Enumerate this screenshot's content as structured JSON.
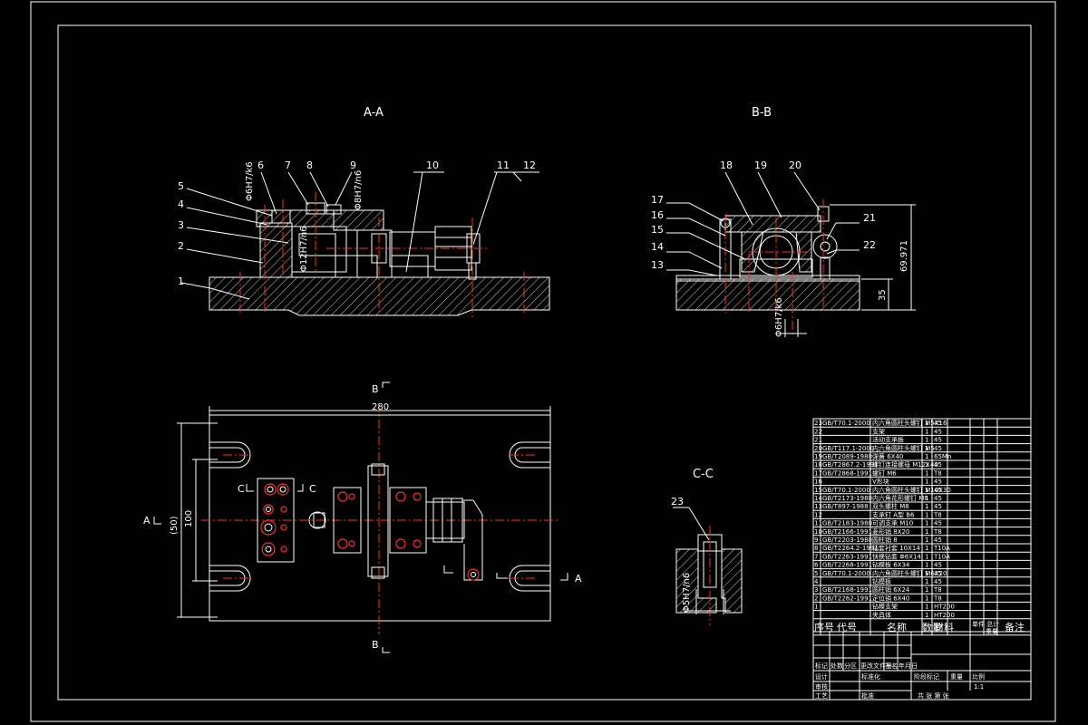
{
  "views": {
    "aa_title": "A-A",
    "bb_title": "B-B",
    "cc_title": "C-C"
  },
  "callouts_aa": [
    "1",
    "2",
    "3",
    "4",
    "5",
    "6",
    "7",
    "8",
    "9",
    "10",
    "11",
    "12"
  ],
  "callouts_bb": [
    "13",
    "14",
    "15",
    "16",
    "17",
    "18",
    "19",
    "20",
    "21",
    "22"
  ],
  "callout_cc": "23",
  "dimensions": {
    "aa_fit_1": "Φ6H7/k6",
    "aa_fit_2": "Φ8H7/n6",
    "aa_fit_3": "Φ12H7/n6",
    "bb_height": "69.971",
    "bb_base": "35",
    "bb_fit": "Φ6H7/k6",
    "plan_length": "280",
    "plan_width_outer": "(50)",
    "plan_width_inner": "100",
    "cc_fit": "Φ5H7/n6"
  },
  "section_marks": {
    "a_left": "A",
    "a_right": "A",
    "b_top": "B",
    "b_bottom": "B",
    "c_left": "C",
    "c_right": "C"
  },
  "bom_header": {
    "seq": "序号",
    "code": "代号",
    "name": "名称",
    "qty": "数量",
    "material": "材料",
    "unit_total": "单件 总计",
    "weight": "重量",
    "remarks": "备注"
  },
  "bom_rows": [
    {
      "seq": "23",
      "code": "GB/T70.1-2000",
      "name": "内六角圆柱头螺钉 M5X16",
      "qty": "1",
      "mat": "45"
    },
    {
      "seq": "22",
      "code": "",
      "name": "支架",
      "qty": "1",
      "mat": "45"
    },
    {
      "seq": "21",
      "code": "",
      "name": "活动支承板",
      "qty": "1",
      "mat": "45"
    },
    {
      "seq": "20",
      "code": "GB/T117.1-2000",
      "name": "内六角圆柱头螺钉 M5",
      "qty": "1",
      "mat": "45"
    },
    {
      "seq": "19",
      "code": "GB/T2089-1980",
      "name": "弹簧 6X40",
      "qty": "1",
      "mat": "65Mn"
    },
    {
      "seq": "18",
      "code": "GB/T2867.2-1991",
      "name": "螺钉连接螺母 M12X40",
      "qty": "1",
      "mat": "45"
    },
    {
      "seq": "17",
      "code": "GB/T2868-1991",
      "name": "螺钉 M6",
      "qty": "1",
      "mat": "T8"
    },
    {
      "seq": "16",
      "code": "",
      "name": "V形块",
      "qty": "1",
      "mat": "45"
    },
    {
      "seq": "15",
      "code": "GB/T70.1-2000",
      "name": "内六角圆柱头螺钉 M10X30",
      "qty": "1",
      "mat": "45"
    },
    {
      "seq": "14",
      "code": "GB/T2173-1980",
      "name": "内六角花形螺钉 M8",
      "qty": "1",
      "mat": "45"
    },
    {
      "seq": "13",
      "code": "GB/T897-1988",
      "name": "双头螺柱 M8",
      "qty": "1",
      "mat": "45"
    },
    {
      "seq": "12",
      "code": "",
      "name": "支承钉 A型 B6",
      "qty": "1",
      "mat": "T8"
    },
    {
      "seq": "11",
      "code": "GB/T2183-1980",
      "name": "可调支承 M10",
      "qty": "1",
      "mat": "45"
    },
    {
      "seq": "10",
      "code": "GB/T2166-1991",
      "name": "菱形销 8X20",
      "qty": "1",
      "mat": "T8"
    },
    {
      "seq": "9",
      "code": "GB/T2203-1980",
      "name": "圆柱销 8",
      "qty": "1",
      "mat": "45"
    },
    {
      "seq": "8",
      "code": "GB/T2264.2-1991",
      "name": "钻套衬套 10X14",
      "qty": "1",
      "mat": "T10A"
    },
    {
      "seq": "7",
      "code": "GB/T2263-1991",
      "name": "快换钻套 Φ8X14",
      "qty": "1",
      "mat": "T10A"
    },
    {
      "seq": "6",
      "code": "GB/T2268-1991",
      "name": "钻模板 6X34",
      "qty": "1",
      "mat": "45"
    },
    {
      "seq": "5",
      "code": "GB/T70.1-2000",
      "name": "内六角圆柱头螺钉 M6X20",
      "qty": "1",
      "mat": "45"
    },
    {
      "seq": "4",
      "code": "",
      "name": "钻模板",
      "qty": "1",
      "mat": "45"
    },
    {
      "seq": "3",
      "code": "GB/T2168-1991",
      "name": "圆柱销 6X24",
      "qty": "1",
      "mat": "T8"
    },
    {
      "seq": "2",
      "code": "GB/T2262-1991",
      "name": "定位销 6X40",
      "qty": "1",
      "mat": "T8"
    },
    {
      "seq": "1",
      "code": "",
      "name": "钻模支架",
      "qty": "1",
      "mat": "HT200"
    },
    {
      "seq": "",
      "code": "",
      "name": "夹具体",
      "qty": "1",
      "mat": "HT200"
    }
  ],
  "title_block": {
    "mark": "标记",
    "count": "处数",
    "zone": "分区",
    "change_doc": "更改文件号",
    "sign": "签名",
    "date": "年月日",
    "design": "设计",
    "standard": "标准化",
    "review": "审核",
    "process": "工艺",
    "approve": "批准",
    "stage_mark": "阶段标记",
    "weight": "重量",
    "scale": "比例",
    "scale_value": "1:1",
    "sheets": "共 张 第 张"
  }
}
